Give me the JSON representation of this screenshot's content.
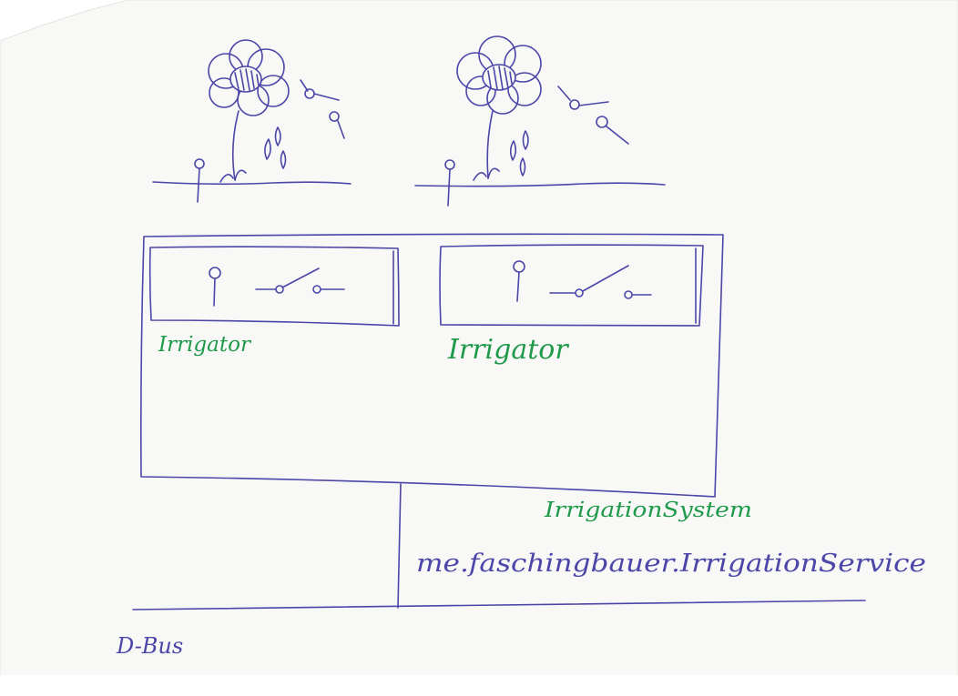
{
  "labels": {
    "irrigator_left": "Irrigator",
    "irrigator_right": "Irrigator",
    "system": "IrrigationSystem",
    "service": "me.faschingbauer.IrrigationService",
    "bus": "D-Bus"
  },
  "colors": {
    "ink": "#4b46a8",
    "green": "#1f9a4a",
    "paper": "#f8f8f6"
  }
}
